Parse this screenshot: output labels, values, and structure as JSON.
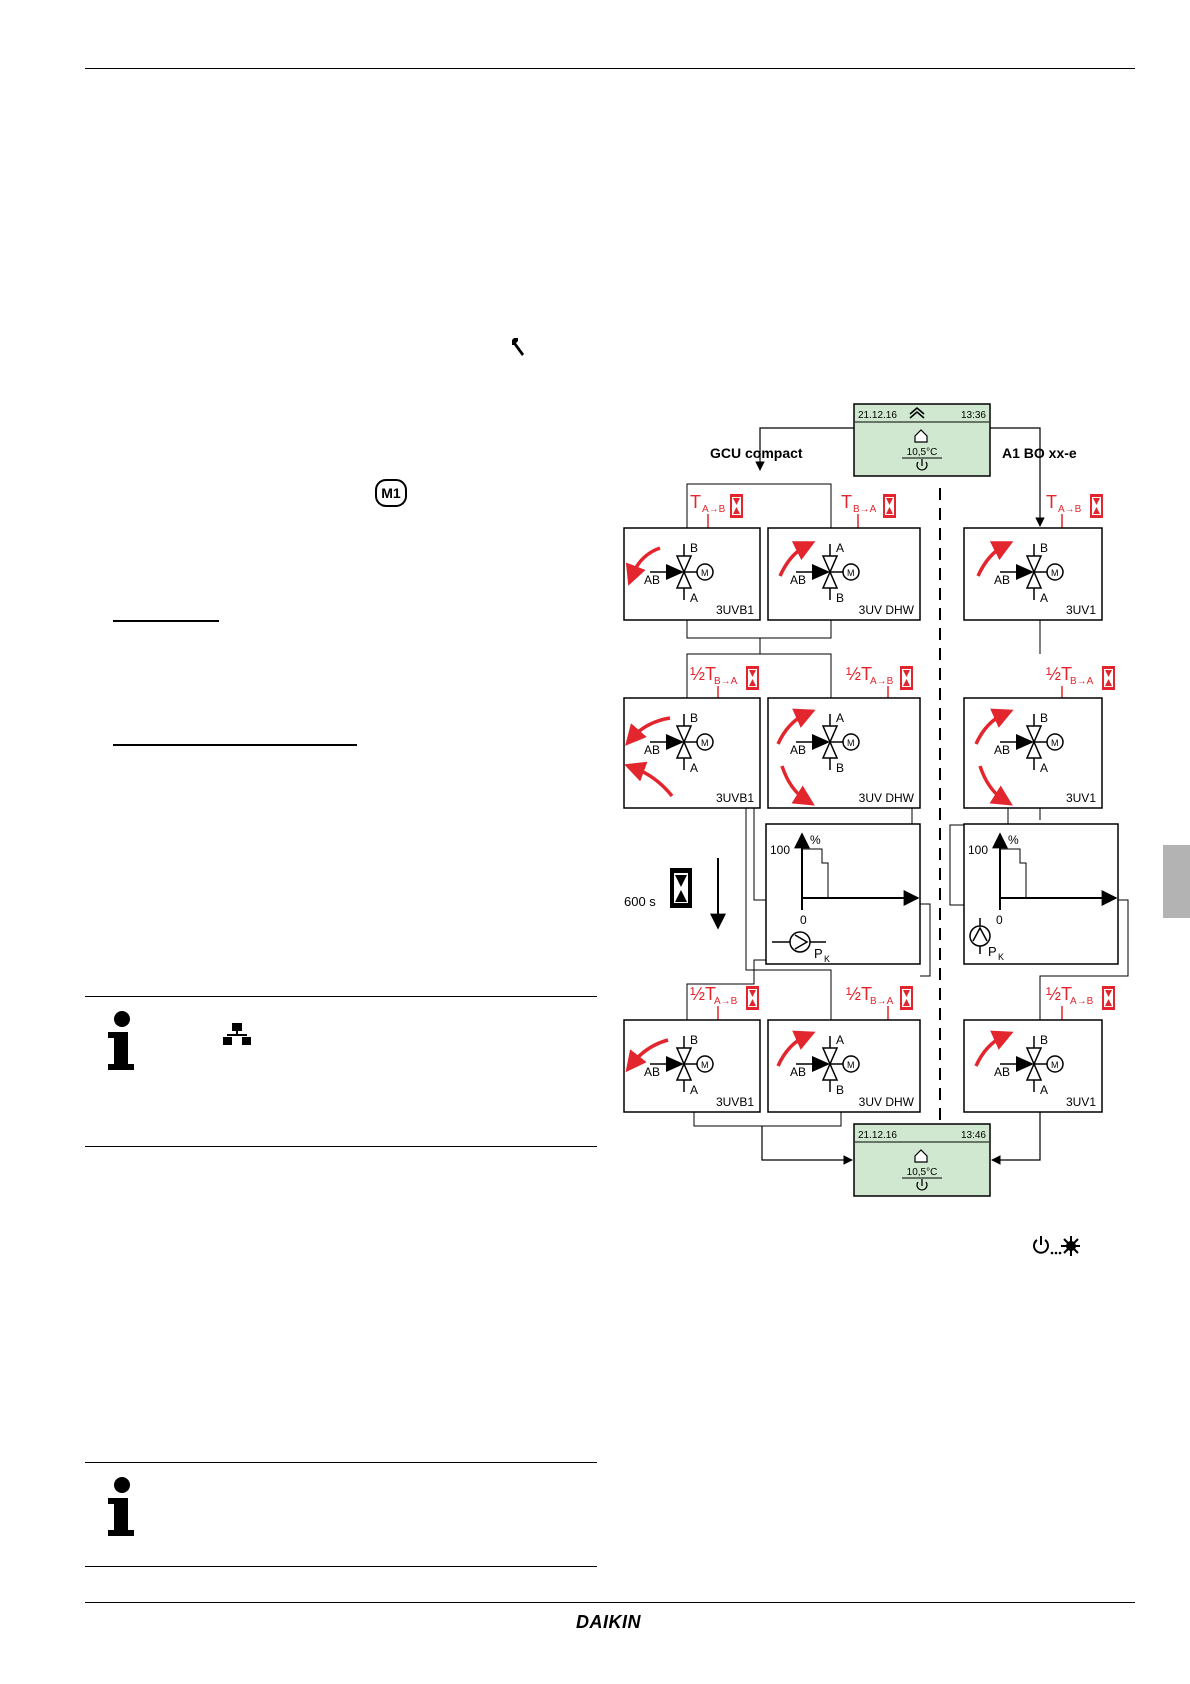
{
  "branding": {
    "logo_text": "DAIKIN"
  },
  "margin_labels": {
    "m1_badge": "M1"
  },
  "diagram": {
    "display_start": {
      "date": "21.12.16",
      "time": "13:36",
      "temp": "10,5°C"
    },
    "display_end": {
      "date": "21.12.16",
      "time": "13:46",
      "temp": "10,5°C"
    },
    "label_left": "GCU compact",
    "label_right": "A1 BO xx-e",
    "wait_time": "600 s",
    "timers": {
      "t_ab": "T",
      "t_ab_sub": "A→B",
      "t_ba": "T",
      "t_ba_sub": "B→A",
      "half_t_ba": "½T",
      "half_t_ba_sub": "B→A",
      "half_t_ab": "½T",
      "half_t_ab_sub": "A→B"
    },
    "valves": {
      "v1": "3UVB1",
      "v2": "3UV DHW",
      "v3": "3UV1"
    },
    "ports": {
      "ab": "AB",
      "a": "A",
      "b": "B",
      "motor": "M"
    },
    "graph": {
      "percent": "%",
      "y100": "100",
      "y0": "0",
      "pump": "P",
      "pump_sub": "K"
    }
  },
  "colors": {
    "red": "#e3262e",
    "lcd": "#cfe8cf",
    "tab": "#b3b3b3"
  }
}
